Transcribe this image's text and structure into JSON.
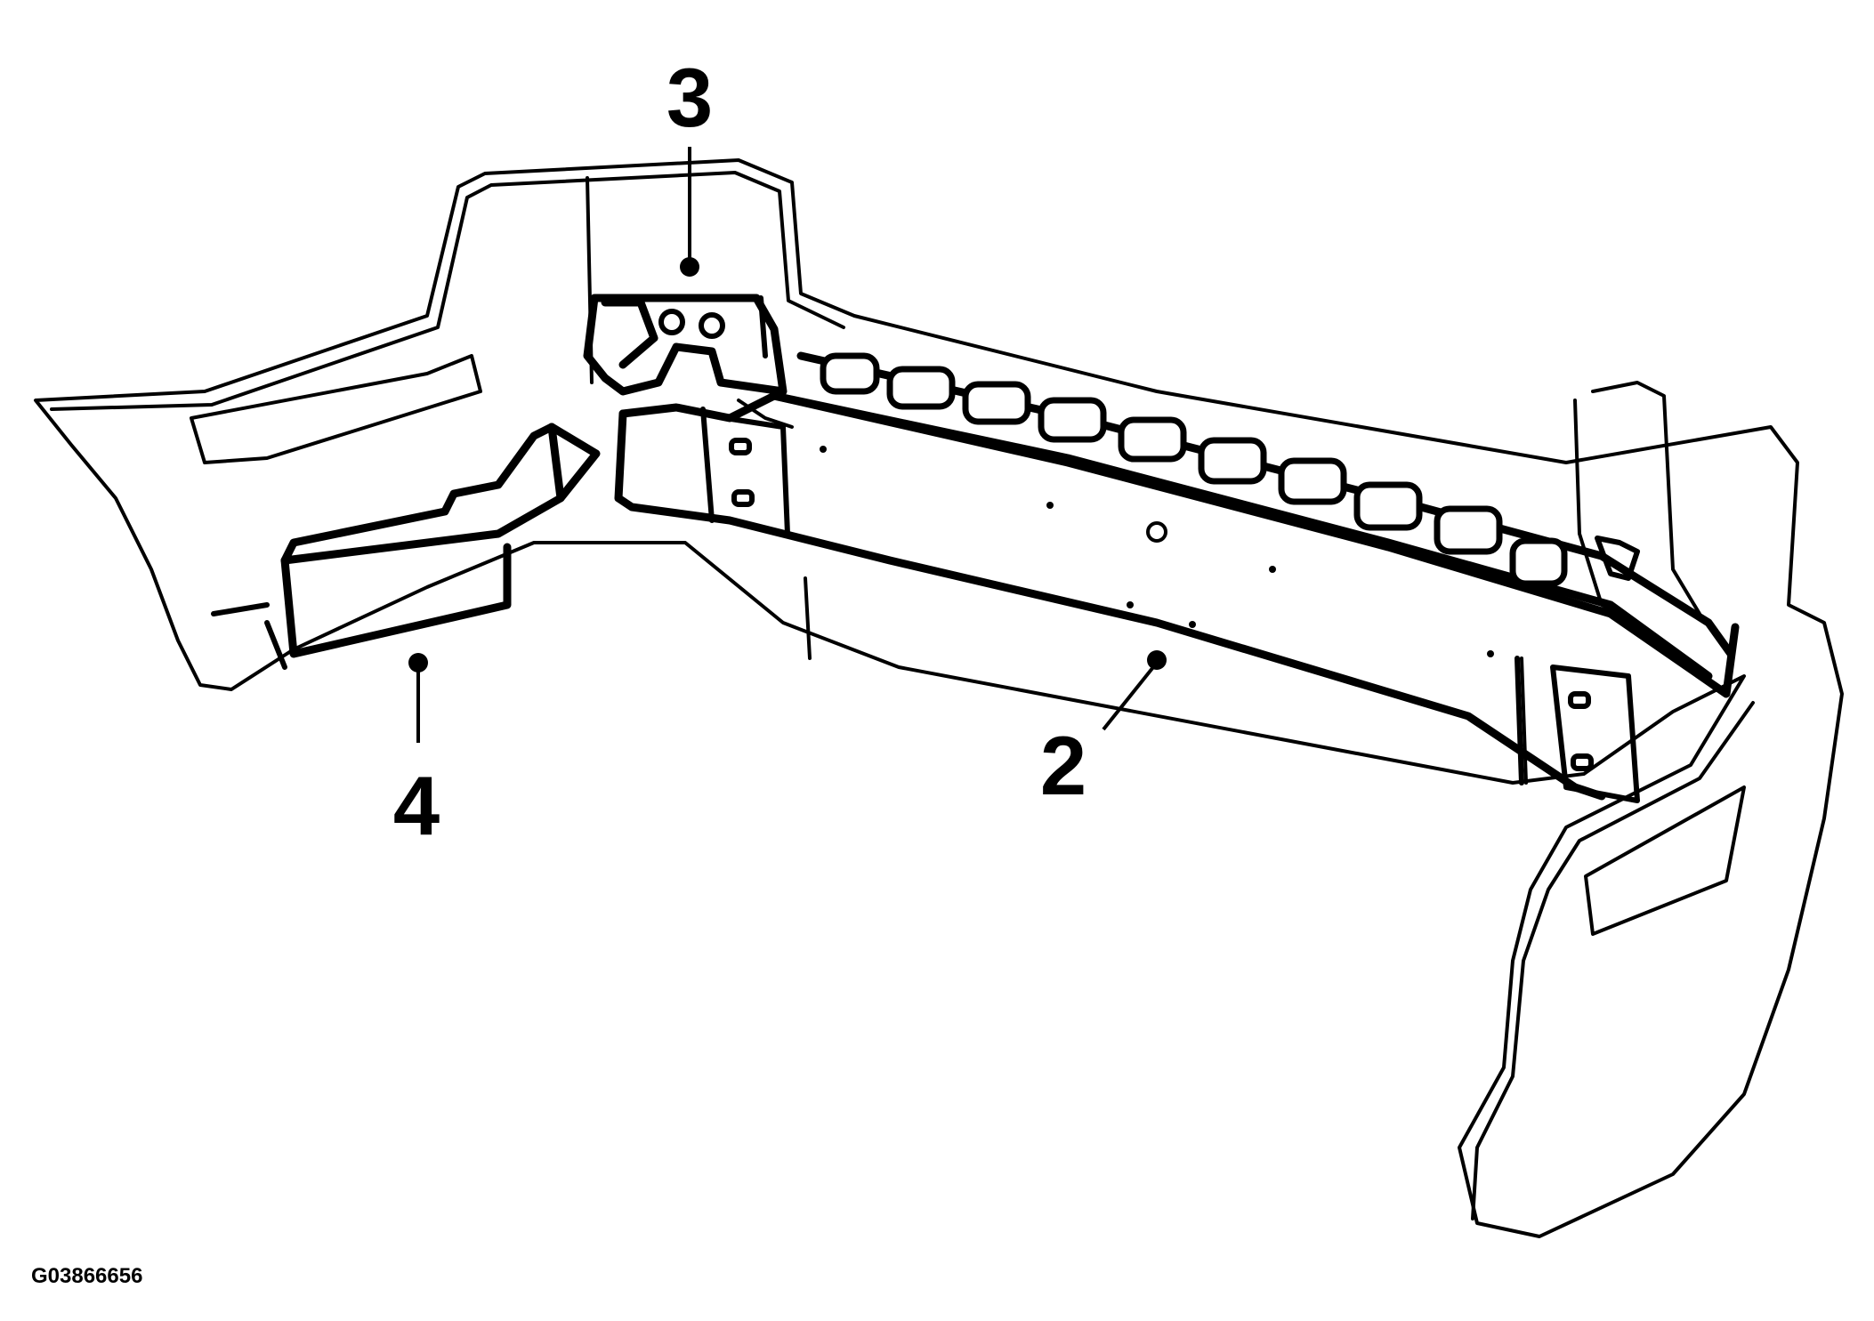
{
  "diagram": {
    "reference_code": "G03866656",
    "callouts": [
      {
        "id": "3",
        "label": "3"
      },
      {
        "id": "2",
        "label": "2"
      },
      {
        "id": "4",
        "label": "4"
      }
    ],
    "colors": {
      "line": "#000000",
      "background": "#ffffff"
    }
  }
}
